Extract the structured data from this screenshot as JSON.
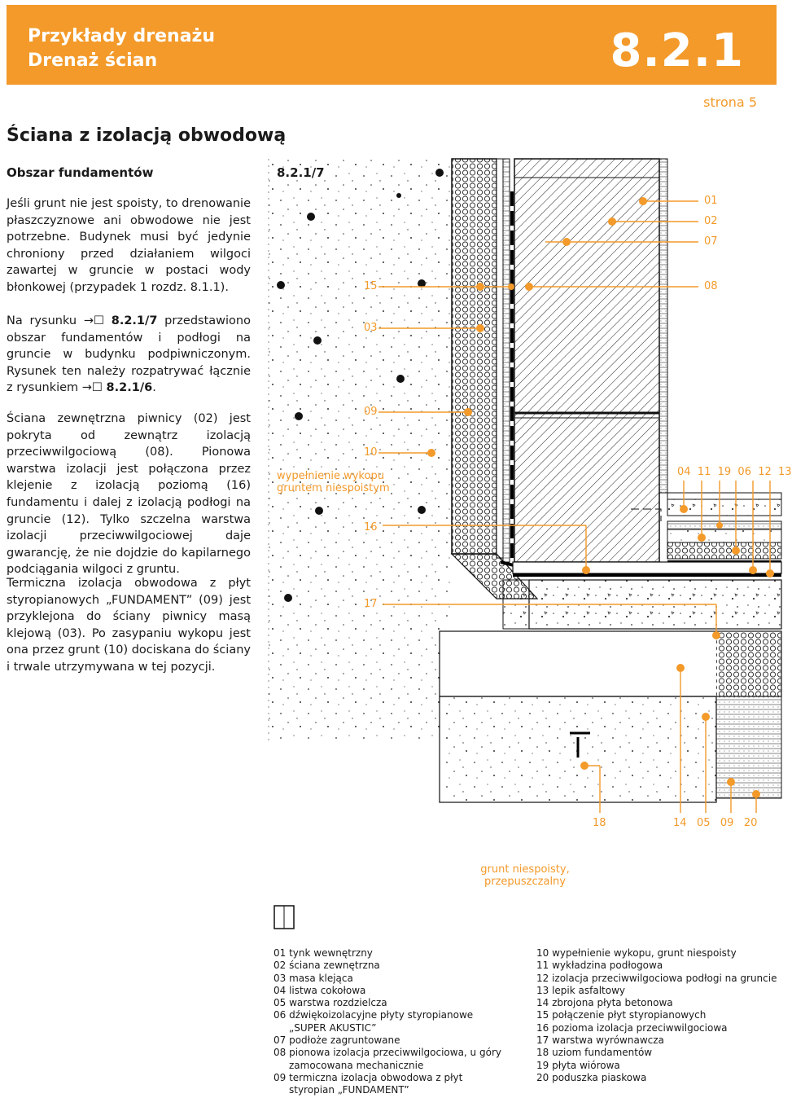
{
  "header": {
    "title_line1": "Przykłady drenażu",
    "title_line2": "Drenaż ścian",
    "section_number": "8.2.1",
    "page": "strona 5"
  },
  "colors": {
    "accent": "#f39a2a",
    "text": "#1a1a1a"
  },
  "heading": "Ściana z izolacją obwodową",
  "subheading": "Obszar fundamentów",
  "figure_id": "8.2.1/7",
  "paragraphs": {
    "p1": "Jeśli grunt nie jest spoisty, to drenowanie płaszczyznowe ani obwodowe nie jest potrzebne. Budynek musi być jedynie chroniony przed działaniem wilgoci zawartej w gruncie w postaci wody błonkowej (przypadek 1 rozdz. 8.1.1).",
    "p2_a": "Na rysunku ",
    "p2_ref1": "8.2.1/7",
    "p2_b": " przedstawiono obszar fundamentów i podłogi na gruncie w budynku podpiwniczonym. Rysunek ten należy rozpatrywać łącznie z rysunkiem ",
    "p2_ref2": "8.2.1/6",
    "p2_c": ".",
    "p3": "Ściana zewnętrzna piwnicy (02) jest pokryta od zewnątrz izolacją przeciwwilgociową (08). Pionowa warstwa izolacji jest połączona przez klejenie z izolacją poziomą (16) fundamentu i dalej z izolacją podłogi na gruncie (12). Tylko szczelna warstwa izolacji przeciwwilgociowej daje gwarancję, że nie dojdzie do kapilarnego podciągania wilgoci z gruntu.",
    "p4": "Termiczna izolacja obwodowa z płyt styropianowych „FUNDAMENT” (09) jest przyklejona do ściany piwnicy masą klejową (03). Po zasypaniu wykopu jest ona przez grunt (10) dociskana do ściany i trwale utrzymywana w tej pozycji."
  },
  "icons": {
    "reference_arrow": "arrow-to-box-icon"
  },
  "callouts": {
    "c01": "01",
    "c02": "02",
    "c07": "07",
    "c08": "08",
    "c15": "15",
    "c03": "03",
    "c09": "09",
    "c10": "10",
    "backfill": "wypełnienie wykopu",
    "backfill2": "gruntem niespoistym",
    "c16": "16",
    "c17": "17",
    "top_row": "04  11  19  06  12  13",
    "c18": "18",
    "bottom_row": "14   05   09   20",
    "ground1": "grunt niespoisty,",
    "ground2": "przepuszczalny"
  },
  "legend_left": [
    "01 tynk wewnętrzny",
    "02 ściana zewnętrzna",
    "03 masa klejąca",
    "04 listwa cokołowa",
    "05 warstwa rozdzielcza",
    "06 dźwiękoizolacyjne płyty styropianowe",
    "„SUPER AKUSTIC”",
    "07 podłoże zagruntowane",
    "08 pionowa izolacja przeciwwilgociowa, u góry",
    "zamocowana mechanicznie",
    "09 termiczna izolacja obwodowa z płyt",
    "styropian „FUNDAMENT”"
  ],
  "legend_right": [
    "10 wypełnienie wykopu, grunt niespoisty",
    "11 wykładzina podłogowa",
    "12 izolacja przeciwwilgociowa podłogi na gruncie",
    "13 lepik asfaltowy",
    "14 zbrojona płyta betonowa",
    "15 połączenie płyt styropianowych",
    "16 pozioma izolacja przeciwwilgociowa",
    "17 warstwa wyrównawcza",
    "18 uziom fundamentów",
    "19 płyta wiórowa",
    "20 poduszka piaskowa"
  ]
}
